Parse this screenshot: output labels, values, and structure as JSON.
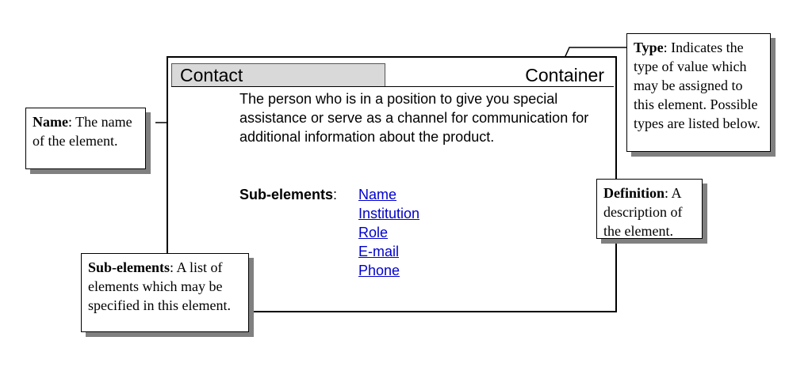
{
  "element": {
    "name": "Contact",
    "type": "Container",
    "definition": "The person who is in a position to give you special assistance or serve as a channel for communication for additional information about the product.",
    "sub_elements_label": "Sub-elements",
    "sub_elements_separator": ":",
    "sub_elements": [
      "Name",
      "Institution",
      "Role",
      "E-mail",
      "Phone"
    ]
  },
  "callouts": {
    "name": {
      "term": "Name",
      "text": ": The name of the element."
    },
    "type": {
      "term": "Type",
      "text": ": Indicates the type of value which may be assigned to this element. Possible types are listed below."
    },
    "definition": {
      "term": "Definition",
      "text": ": A description of the element."
    },
    "sub_elements": {
      "term": "Sub-elements",
      "text": ": A list of elements which may be specified in this element."
    }
  },
  "colors": {
    "link": "#0000cc",
    "header_fill": "#d9d9d9",
    "shadow": "#808080"
  }
}
